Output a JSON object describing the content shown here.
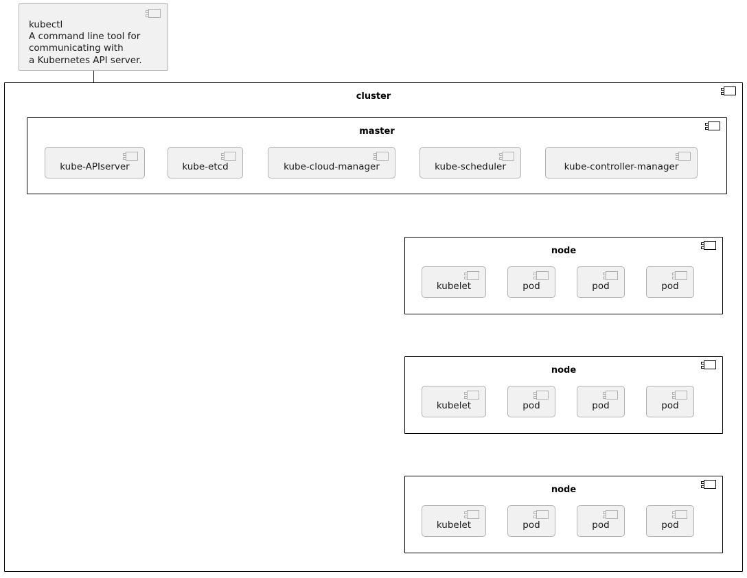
{
  "diagram": {
    "type": "uml-component-diagram",
    "subject": "kubernetes-architecture",
    "background_color": "#FFFFFF",
    "component_fill": "#F1F1F1",
    "component_border": "#B0B0B0",
    "container_border": "#000000",
    "arrow_color": "#181818"
  },
  "note": {
    "name": "kubectl",
    "title": "kubectl",
    "description_lines": [
      "A command line tool for",
      "communicating with",
      "a Kubernetes API server."
    ],
    "text": "kubectl\nA command line tool for\ncommunicating with\na Kubernetes API server.",
    "icon": "component-icon"
  },
  "connection": {
    "from": "kubectl",
    "to": "kube-APIserver",
    "style": "solid-arrow",
    "arrowhead": "filled-triangle"
  },
  "cluster": {
    "label": "cluster",
    "icon": "component-icon",
    "master": {
      "label": "master",
      "icon": "component-icon",
      "components": [
        {
          "label": "kube-APIserver",
          "icon": "component-icon"
        },
        {
          "label": "kube-etcd",
          "icon": "component-icon"
        },
        {
          "label": "kube-cloud-manager",
          "icon": "component-icon"
        },
        {
          "label": "kube-scheduler",
          "icon": "component-icon"
        },
        {
          "label": "kube-controller-manager",
          "icon": "component-icon"
        }
      ]
    },
    "nodes": [
      {
        "label": "node",
        "icon": "component-icon",
        "components": [
          {
            "label": "kubelet",
            "icon": "component-icon"
          },
          {
            "label": "pod",
            "icon": "component-icon"
          },
          {
            "label": "pod",
            "icon": "component-icon"
          },
          {
            "label": "pod",
            "icon": "component-icon"
          }
        ]
      },
      {
        "label": "node",
        "icon": "component-icon",
        "components": [
          {
            "label": "kubelet",
            "icon": "component-icon"
          },
          {
            "label": "pod",
            "icon": "component-icon"
          },
          {
            "label": "pod",
            "icon": "component-icon"
          },
          {
            "label": "pod",
            "icon": "component-icon"
          }
        ]
      },
      {
        "label": "node",
        "icon": "component-icon",
        "components": [
          {
            "label": "kubelet",
            "icon": "component-icon"
          },
          {
            "label": "pod",
            "icon": "component-icon"
          },
          {
            "label": "pod",
            "icon": "component-icon"
          },
          {
            "label": "pod",
            "icon": "component-icon"
          }
        ]
      }
    ]
  }
}
